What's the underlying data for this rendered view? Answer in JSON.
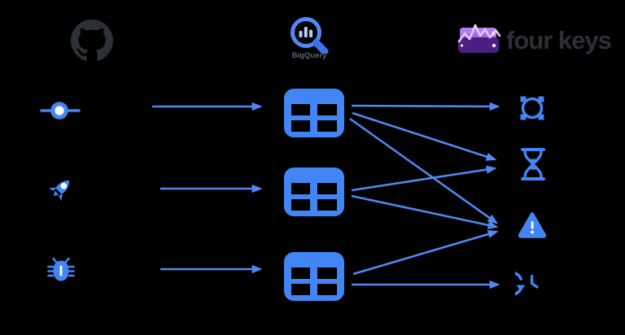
{
  "colors": {
    "background": "#000000",
    "blue": "#4285f4",
    "arrow": "#5088f0",
    "blue_light": "#b5cdfb",
    "bigquery_ring": "#5389f4",
    "bigquery_handle": "#3f74e8",
    "github": "#2b3137",
    "bigquery_text": "#5f6368",
    "fourkeys_text": "#2d2f36",
    "purple_light": "#a465e2",
    "purple_lighter": "#b67cec",
    "purple_dark": "#4c1e82",
    "zigzag": "#e0caf8",
    "white": "#ffffff"
  },
  "header": {
    "github_logo": {
      "icon": "github-octocat-icon"
    },
    "bigquery_logo": {
      "icon": "bigquery-magnifier-icon",
      "label": "BigQuery"
    },
    "fourkeys_logo": {
      "icon": "fourkeys-purple-cards-icon",
      "label": "four keys"
    }
  },
  "diagram": {
    "sources": [
      {
        "id": "source-commit",
        "icon": "git-commit-icon"
      },
      {
        "id": "source-rocket",
        "icon": "rocket-icon"
      },
      {
        "id": "source-bug",
        "icon": "bug-icon"
      }
    ],
    "tables": [
      {
        "id": "table-1",
        "icon": "table-grid-icon"
      },
      {
        "id": "table-2",
        "icon": "table-grid-icon"
      },
      {
        "id": "table-3",
        "icon": "table-grid-icon"
      }
    ],
    "metrics": [
      {
        "id": "metric-cycle",
        "icon": "sync-circle-icon"
      },
      {
        "id": "metric-hourglass",
        "icon": "hourglass-icon"
      },
      {
        "id": "metric-warning",
        "icon": "warning-triangle-icon"
      },
      {
        "id": "metric-clock",
        "icon": "history-clock-icon"
      }
    ],
    "edges": [
      {
        "from": "source-commit",
        "to": "table-1"
      },
      {
        "from": "source-rocket",
        "to": "table-2"
      },
      {
        "from": "source-bug",
        "to": "table-3"
      },
      {
        "from": "table-1",
        "to": "metric-cycle"
      },
      {
        "from": "table-1",
        "to": "metric-hourglass"
      },
      {
        "from": "table-1",
        "to": "metric-warning"
      },
      {
        "from": "table-2",
        "to": "metric-hourglass"
      },
      {
        "from": "table-2",
        "to": "metric-warning"
      },
      {
        "from": "table-3",
        "to": "metric-warning"
      },
      {
        "from": "table-3",
        "to": "metric-clock"
      }
    ]
  }
}
